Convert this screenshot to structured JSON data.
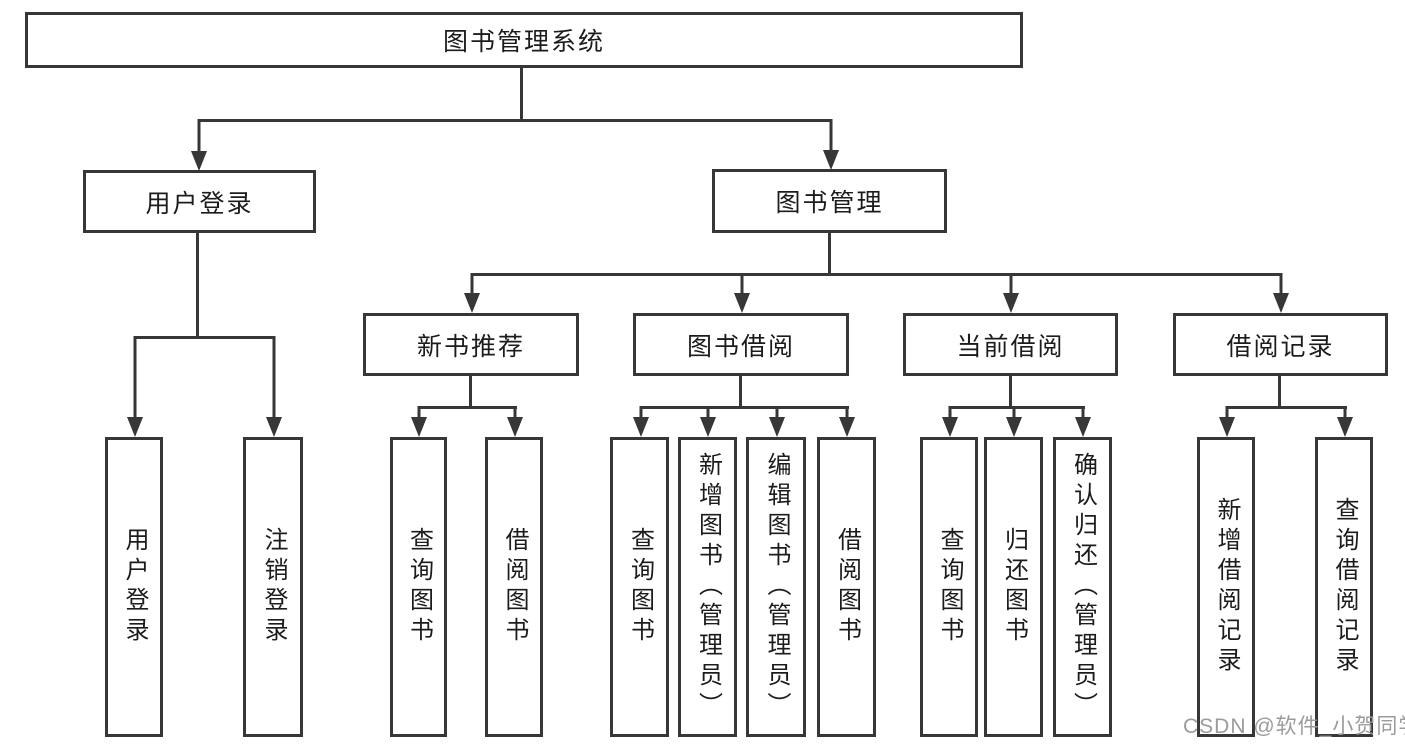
{
  "diagram": {
    "root": {
      "label": "图书管理系统"
    },
    "level2": [
      {
        "id": "user-login",
        "label": "用户登录"
      },
      {
        "id": "book-management",
        "label": "图书管理"
      }
    ],
    "level3": [
      {
        "id": "new-book-recommendation",
        "label": "新书推荐"
      },
      {
        "id": "book-borrowing",
        "label": "图书借阅"
      },
      {
        "id": "current-borrowing",
        "label": "当前借阅"
      },
      {
        "id": "borrowing-records",
        "label": "借阅记录"
      }
    ],
    "leaves": [
      {
        "parent": "user-login",
        "label": "用户登录"
      },
      {
        "parent": "user-login",
        "label": "注销登录"
      },
      {
        "parent": "new-book-recommendation",
        "label": "查询图书"
      },
      {
        "parent": "new-book-recommendation",
        "label": "借阅图书"
      },
      {
        "parent": "book-borrowing",
        "label": "查询图书"
      },
      {
        "parent": "book-borrowing",
        "label": "新增图书（管理员）"
      },
      {
        "parent": "book-borrowing",
        "label": "编辑图书（管理员）"
      },
      {
        "parent": "book-borrowing",
        "label": "借阅图书"
      },
      {
        "parent": "current-borrowing",
        "label": "查询图书"
      },
      {
        "parent": "current-borrowing",
        "label": "归还图书"
      },
      {
        "parent": "current-borrowing",
        "label": "确认归还（管理员）"
      },
      {
        "parent": "borrowing-records",
        "label": "新增借阅记录"
      },
      {
        "parent": "borrowing-records",
        "label": "查询借阅记录"
      }
    ]
  },
  "watermark": {
    "text": "CSDN @软件_小贺同学"
  },
  "colors": {
    "line": "#373737",
    "text": "#1c1c1c",
    "watermark": "#9b9b9b",
    "background": "#ffffff"
  }
}
